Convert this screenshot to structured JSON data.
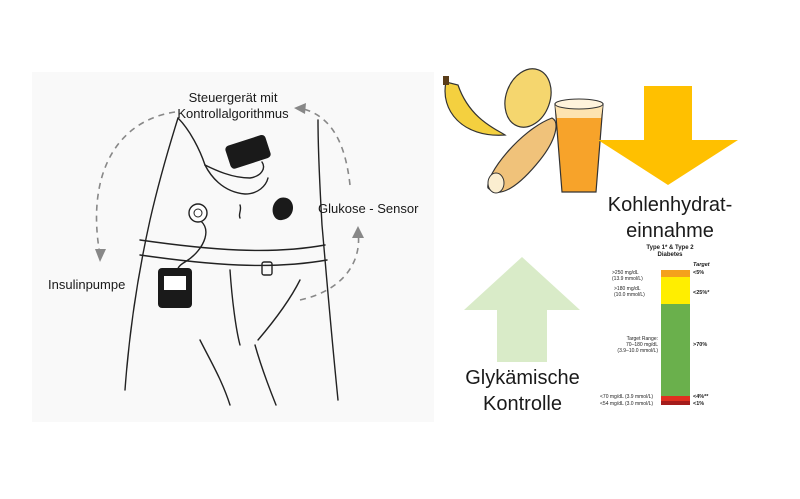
{
  "body_diagram": {
    "controller_label_line1": "Steuergerät mit",
    "controller_label_line2": "Kontrollalgorithmus",
    "pump_label": "Insulinpumpe",
    "sensor_label": "Glukose - Sensor"
  },
  "carb_intake": {
    "label_line1": "Kohlenhydrat-",
    "label_line2": "einnahme",
    "arrow_color": "#ffc000",
    "arrow_direction": "down"
  },
  "glycemic_control": {
    "label_line1": "Glykämische",
    "label_line2": "Kontrolle",
    "arrow_color": "#d9ebc8",
    "arrow_direction": "up"
  },
  "tir_chart": {
    "title_line1": "Type 1* & Type 2",
    "title_line2": "Diabetes",
    "target_header": "Target",
    "ranges": [
      {
        "label_line1": ">250 mg/dL",
        "label_line2": "(13.9 mmol/L)",
        "target": "<5%",
        "color": "#f4a11c"
      },
      {
        "label_line1": ">180 mg/dL",
        "label_line2": "(10.0 mmol/L)",
        "target": "<25%*",
        "color": "#ffee00"
      },
      {
        "label_line1": "Target Range:",
        "label_line2": "70–180 mg/dL",
        "label_line3": "(3.9–10.0 mmol/L)",
        "target": ">70%",
        "color": "#6ab04c"
      },
      {
        "label_line1": "<70 mg/dL (3.9 mmol/L)",
        "target": "<4%**",
        "color": "#e03020"
      },
      {
        "label_line1": "<54 mg/dL (3.0 mmol/L)",
        "target": "<1%",
        "color": "#a51c1c"
      }
    ]
  }
}
